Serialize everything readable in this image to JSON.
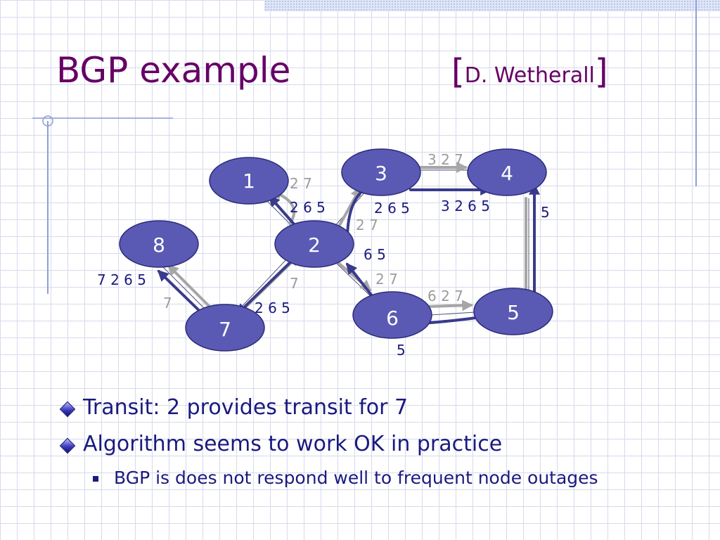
{
  "slide": {
    "title": "BGP example",
    "attribution": {
      "open": "[",
      "name": "D. Wetherall",
      "close": "]"
    }
  },
  "colors": {
    "title": "#660066",
    "node_fill": "#5a5ab4",
    "node_stroke": "#2b2b7a",
    "arrow_dark": "#3a3a8c",
    "arrow_light": "#a6a6a6",
    "label_dark": "#1a1a80",
    "label_light": "#9c9c9c",
    "grid": "#d6daec"
  },
  "diagram": {
    "nodes": [
      {
        "id": "1",
        "label": "1"
      },
      {
        "id": "2",
        "label": "2"
      },
      {
        "id": "3",
        "label": "3"
      },
      {
        "id": "4",
        "label": "4"
      },
      {
        "id": "5",
        "label": "5"
      },
      {
        "id": "6",
        "label": "6"
      },
      {
        "id": "7",
        "label": "7"
      },
      {
        "id": "8",
        "label": "8"
      }
    ],
    "path_labels": [
      {
        "id": "l27a",
        "text": "2 7",
        "style": "light"
      },
      {
        "id": "l265a",
        "text": "2 6 5",
        "style": "dark"
      },
      {
        "id": "l327",
        "text": "3 2 7",
        "style": "light"
      },
      {
        "id": "l265b",
        "text": "2 6 5",
        "style": "dark"
      },
      {
        "id": "l3265",
        "text": "3 2 6 5",
        "style": "dark"
      },
      {
        "id": "l27b",
        "text": "2 7",
        "style": "light"
      },
      {
        "id": "l5a",
        "text": "5",
        "style": "dark"
      },
      {
        "id": "l65",
        "text": "6 5",
        "style": "dark"
      },
      {
        "id": "l27c",
        "text": "2 7",
        "style": "light"
      },
      {
        "id": "l7265",
        "text": "7 2 6 5",
        "style": "dark"
      },
      {
        "id": "l7a",
        "text": "7",
        "style": "light"
      },
      {
        "id": "l7b",
        "text": "7",
        "style": "light"
      },
      {
        "id": "l627",
        "text": "6 2 7",
        "style": "light"
      },
      {
        "id": "l265c",
        "text": "2 6 5",
        "style": "dark"
      },
      {
        "id": "l5b",
        "text": "5",
        "style": "dark"
      }
    ]
  },
  "bullets": [
    {
      "level": 1,
      "text": "Transit: 2 provides transit for 7"
    },
    {
      "level": 1,
      "text": "Algorithm seems to work OK in practice"
    },
    {
      "level": 2,
      "text": "BGP is does not respond well to frequent node outages"
    }
  ]
}
